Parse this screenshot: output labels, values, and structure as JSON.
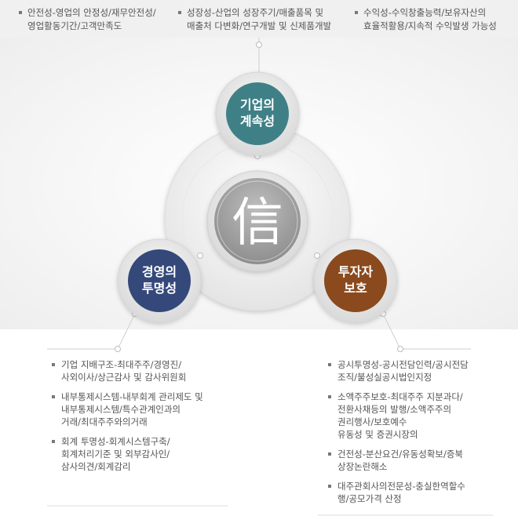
{
  "top_items": [
    {
      "line1": "안전성-영업의 안정성/재무안전성/",
      "line2": "영업활동기간/고객만족도"
    },
    {
      "line1": "성장성-산업의 성장주기/매출품목 및",
      "line2": "매출처 다변화/연구개발 및 신제품개발"
    },
    {
      "line1": "수익성-수익창출능력/보유자산의",
      "line2": "효율적활용/지속적 수익발생 가능성"
    }
  ],
  "center": {
    "char": "信"
  },
  "nodes": {
    "continuity": {
      "line1": "기업의",
      "line2": "계속성",
      "color": "#3f8086"
    },
    "transparency": {
      "line1": "경영의",
      "line2": "투명성",
      "color": "#34487a"
    },
    "investor": {
      "line1": "투자자",
      "line2": "보호",
      "color": "#8a4a1e"
    }
  },
  "left_list": [
    {
      "lines": [
        "기업 지배구조-최대주주/경영진/",
        "사외이사/상근감사 및 감사위원회"
      ]
    },
    {
      "lines": [
        "내부통제시스템-내부회계 관리제도 및",
        "내부통제시스템/특수관계인과의",
        "거래/최대주주와의거래"
      ]
    },
    {
      "lines": [
        "회계 투명성-회계시스템구축/",
        "회계처리기준 및 외부감사인/",
        "삼사의견/회계감리"
      ]
    }
  ],
  "right_list": [
    {
      "lines": [
        "공시투명성-공시전담인력/공시전담",
        "조직/불성실공시법인지정"
      ]
    },
    {
      "lines": [
        "소액주주보호-최대주주 지분과다/",
        "전환사채등의 발행/소액주주의",
        "권리행사/보호예수",
        "유동성 및 증권시장의"
      ]
    },
    {
      "lines": [
        "건전성-분산요건/유동성확보/증북",
        "상장논란해소"
      ]
    },
    {
      "lines": [
        "대주관회사의전문성-충실한역할수",
        "행/공모가격 산정"
      ]
    }
  ]
}
